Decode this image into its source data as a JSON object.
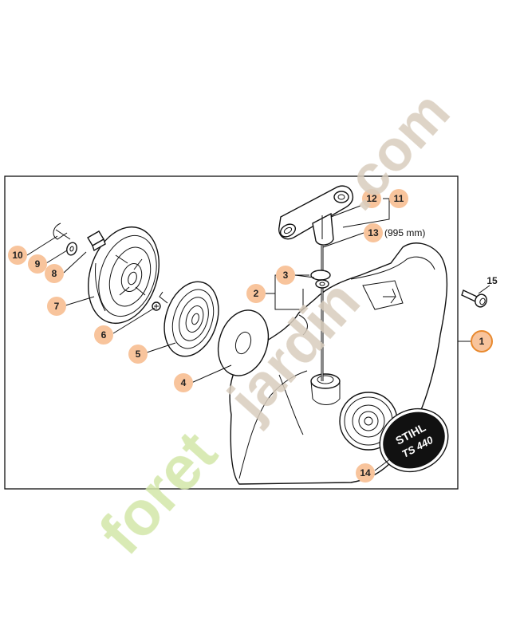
{
  "colors": {
    "callout_fill": "#f8c49c",
    "highlight_ring": "#e8892e",
    "watermark_green": "#d2e7a8",
    "watermark_tan": "#d9cdbd"
  },
  "callouts": [
    {
      "id": "1",
      "label": "1"
    },
    {
      "id": "2",
      "label": "2"
    },
    {
      "id": "3",
      "label": "3"
    },
    {
      "id": "4",
      "label": "4"
    },
    {
      "id": "5",
      "label": "5"
    },
    {
      "id": "6",
      "label": "6"
    },
    {
      "id": "7",
      "label": "7"
    },
    {
      "id": "8",
      "label": "8"
    },
    {
      "id": "9",
      "label": "9"
    },
    {
      "id": "10",
      "label": "10"
    },
    {
      "id": "11",
      "label": "11"
    },
    {
      "id": "12",
      "label": "12"
    },
    {
      "id": "13",
      "label": "13"
    },
    {
      "id": "14",
      "label": "14"
    },
    {
      "id": "15",
      "label": "15"
    }
  ],
  "rope_length_note": "(995 mm)",
  "badge": {
    "brand": "STIHL",
    "model": "TS 440"
  },
  "watermark": {
    "part1": "foret",
    "part2": "jardin",
    "part3": ".com"
  }
}
